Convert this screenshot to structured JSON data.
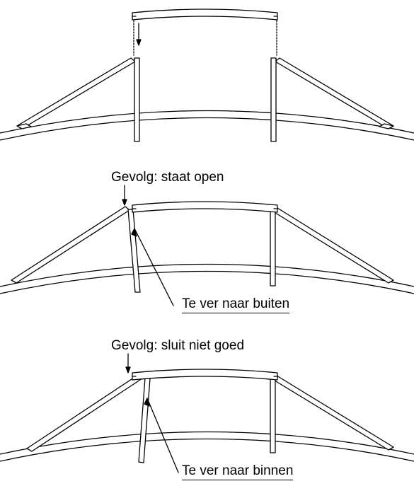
{
  "panel_2": {
    "result_label": "Gevolg: staat open",
    "cause_label": "Te ver naar buiten"
  },
  "panel_3": {
    "result_label": "Gevolg: sluit niet goed",
    "cause_label": "Te ver naar binnen"
  },
  "colors": {
    "line": "#000000",
    "fill": "#ffffff"
  }
}
